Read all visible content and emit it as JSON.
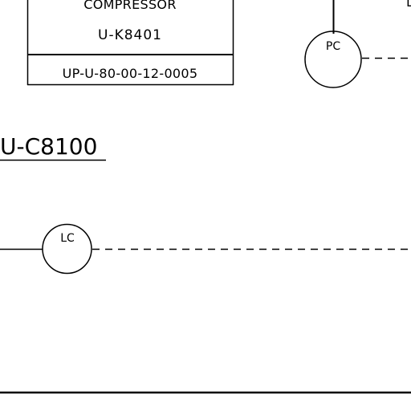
{
  "equipment_box": {
    "name": "COMPRESSOR",
    "tag": "U-K8401",
    "ref": "UP-U-80-00-12-0005"
  },
  "section_title": "U-C8100",
  "instruments": {
    "pressure_controller": "PC",
    "level_controller": "LC"
  },
  "partial_text_right": "L"
}
